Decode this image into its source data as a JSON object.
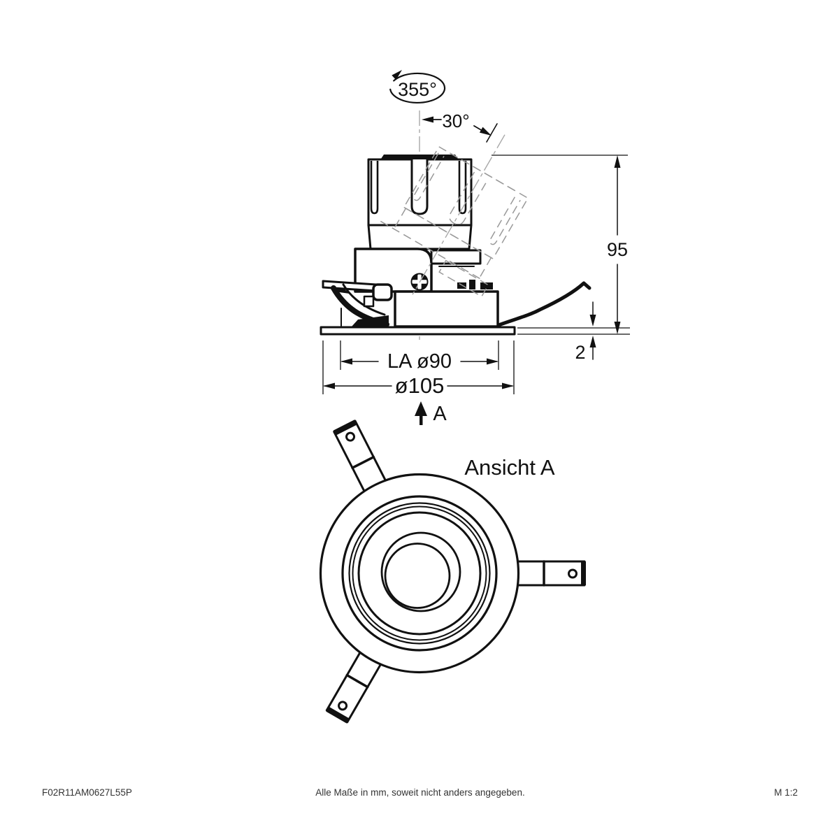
{
  "drawing": {
    "side_view": {
      "rotation_angle": "355°",
      "tilt_angle": "30°",
      "height_mm": "95",
      "trim_thickness_mm": "2",
      "cutout_diameter": "LA ø90",
      "outer_diameter": "ø105",
      "view_marker": "A"
    },
    "top_view": {
      "title": "Ansicht A"
    },
    "footer": {
      "article_number": "F02R11AM0627L55P",
      "note": "Alle Maße in mm, soweit nicht anders angegeben.",
      "scale": "M 1:2"
    },
    "colors": {
      "line": "#111111",
      "hidden_line": "#999999",
      "centerline": "#a8a8a8",
      "footer_text": "#333333"
    }
  }
}
